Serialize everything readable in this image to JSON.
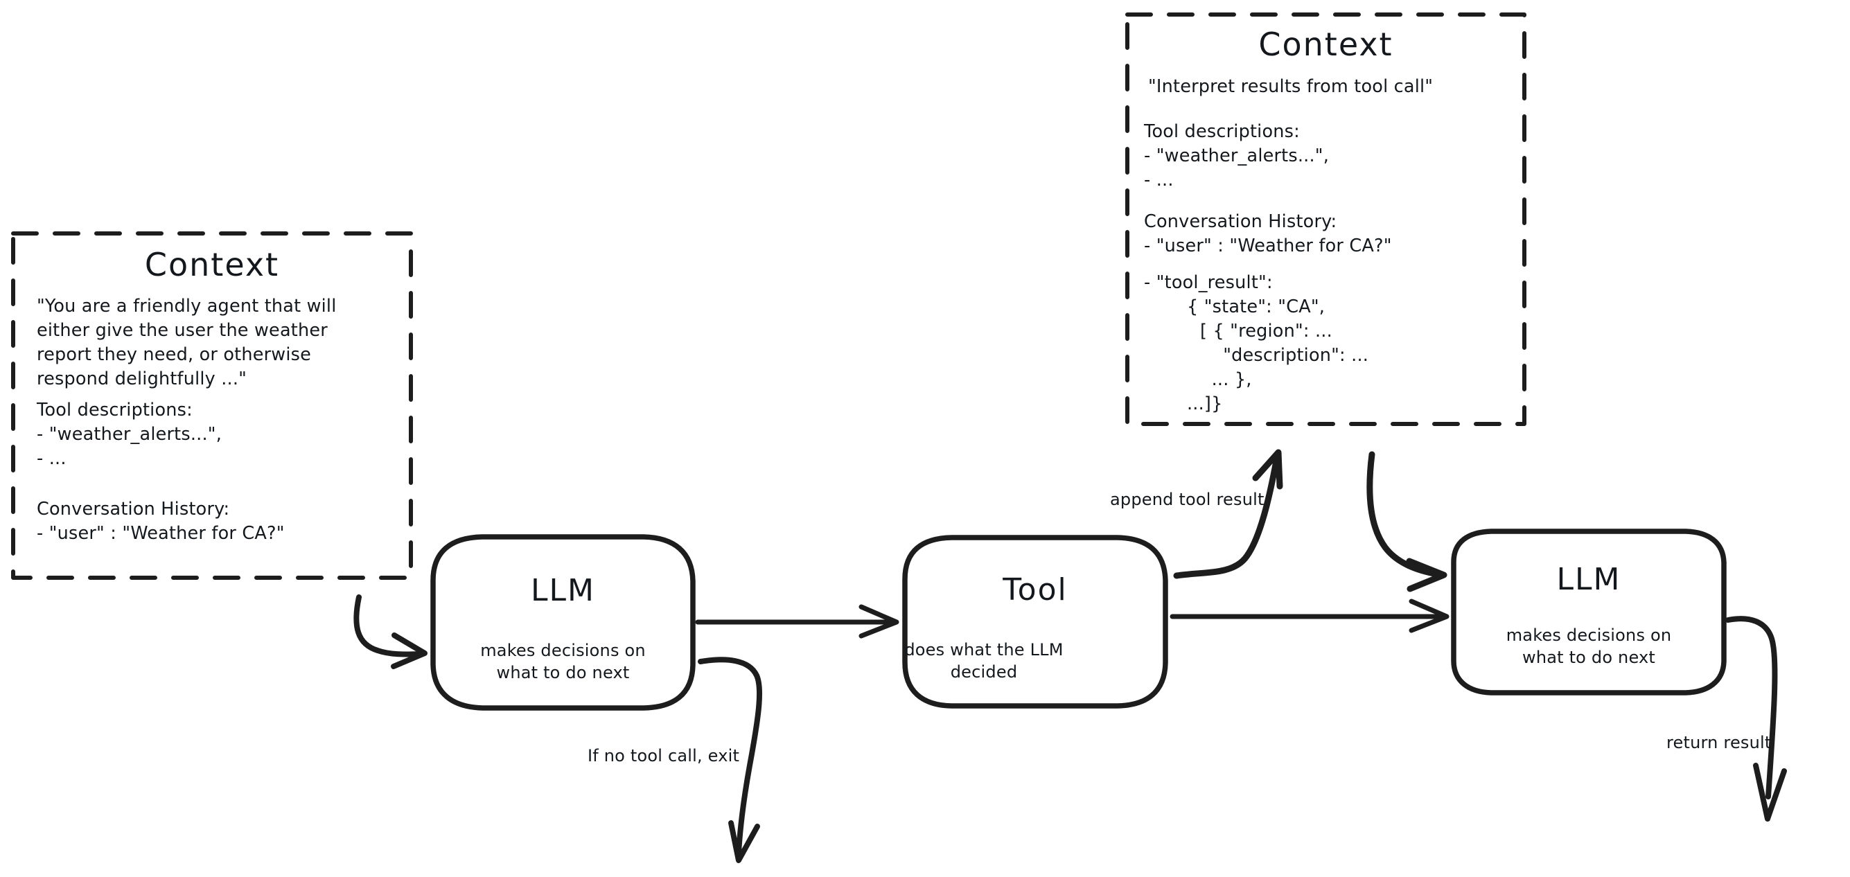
{
  "diagram": {
    "title_glyph": "Context",
    "context_left": {
      "title": "Context",
      "system_prompt": "\"You are a friendly agent that will\neither give the user the weather\nreport they need, or otherwise\nrespond delightfully ...\"",
      "tools_header": "Tool descriptions:",
      "tool_items": [
        "- \"weather_alerts...\",",
        "- ..."
      ],
      "history_header": "Conversation History:",
      "history_items": [
        "- \"user\" : \"Weather for CA?\""
      ]
    },
    "context_right": {
      "title": "Context",
      "system_prompt": "\"Interpret results from tool call\"",
      "tools_header": "Tool descriptions:",
      "tool_items": [
        "- \"weather_alerts...\",",
        "- ..."
      ],
      "history_header": "Conversation History:",
      "history_items": [
        "- \"user\" : \"Weather for CA?\""
      ],
      "tool_result_header": "- \"tool_result\":",
      "tool_result_lines": [
        "{ \"state\": \"CA\",",
        "[ { \"region\": ...",
        "    \"description\": ...",
        "  ... },",
        "...]}"
      ]
    },
    "nodes": [
      {
        "id": "llm-1",
        "title": "LLM",
        "subtitle": "makes decisions on\nwhat to do next"
      },
      {
        "id": "tool",
        "title": "Tool",
        "subtitle": "does what the LLM\ndecided"
      },
      {
        "id": "llm-2",
        "title": "LLM",
        "subtitle": "makes decisions on\nwhat to do next"
      }
    ],
    "edges": [
      {
        "id": "context-to-llm1",
        "label": ""
      },
      {
        "id": "llm1-to-tool",
        "label": ""
      },
      {
        "id": "llm1-exit",
        "label": "If no tool call, exit"
      },
      {
        "id": "tool-to-context",
        "label": "append tool result"
      },
      {
        "id": "context-to-llm2",
        "label": ""
      },
      {
        "id": "tool-to-llm2",
        "label": ""
      },
      {
        "id": "llm2-return",
        "label": "return result"
      }
    ],
    "colors": {
      "ink": "#1d1d1d",
      "text": "#14181c",
      "background": "#ffffff"
    }
  }
}
